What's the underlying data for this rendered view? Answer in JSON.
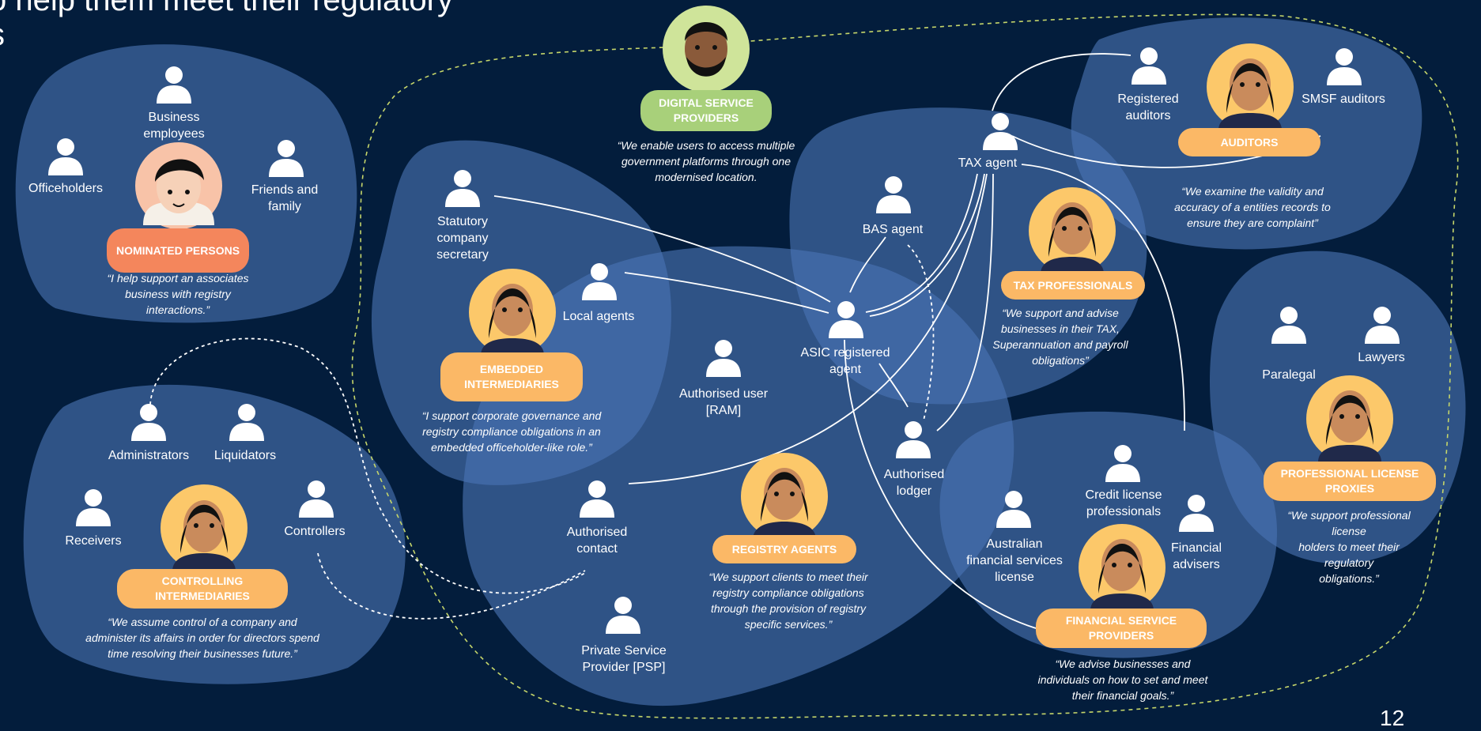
{
  "title": "o help them meet their regulatory\ns",
  "page_number": "12",
  "colors": {
    "background": "#031d3c",
    "cluster_fill": "#4a75b5",
    "pill_orange": "#fbb866",
    "pill_coral": "#f4865c",
    "pill_green": "#a8d07a",
    "dashed_boundary": "#c6d66a",
    "connector": "#ffffff"
  },
  "icons": {
    "person": "person-silhouette-icon",
    "avatar": "cartoon-avatar-icon"
  },
  "personas": {
    "nominated": {
      "pill": "NOMINATED PERSONS",
      "quote": "“I help support an associates\nbusiness with registry\ninteractions.”",
      "roles": [
        "Business\nemployees",
        "Officeholders",
        "Friends and\nfamily"
      ]
    },
    "controlling": {
      "pill": "CONTROLLING\nINTERMEDIARIES",
      "quote": "“We assume control of a company and\nadminister its affairs in order for directors spend\ntime resolving their businesses future.”",
      "roles": [
        "Administrators",
        "Liquidators",
        "Receivers",
        "Controllers"
      ]
    },
    "digital": {
      "pill": "DIGITAL SERVICE\nPROVIDERS",
      "quote": "“We enable users to access multiple\ngovernment platforms through one\nmodernised location."
    },
    "embedded": {
      "pill": "EMBEDDED\nINTERMEDIARIES",
      "quote": "“I support corporate governance and\nregistry compliance obligations in an\nembedded officeholder-like role.”",
      "roles": [
        "Statutory\ncompany\nsecretary",
        "Local agents"
      ]
    },
    "registry": {
      "pill": "REGISTRY AGENTS",
      "quote": "“We support clients to meet their\nregistry compliance obligations\nthrough the provision of registry\nspecific services.”",
      "roles": [
        "Authorised user\n[RAM]",
        "ASIC registered\nagent",
        "Authorised\nlodger",
        "Authorised\ncontact",
        "Private Service\nProvider [PSP]",
        "BAS agent"
      ]
    },
    "tax": {
      "pill": "TAX PROFESSIONALS",
      "quote": "“We support and advise\nbusinesses in their TAX,\nSuperannuation and payroll\nobligations”",
      "roles": [
        "TAX agent"
      ]
    },
    "auditors": {
      "pill": "AUDITORS",
      "quote": "“We examine the validity and\naccuracy of a entities records to\nensure they are complaint”",
      "roles": [
        "Registered\nauditors",
        "SMSF auditors"
      ]
    },
    "license": {
      "pill": "PROFESSIONAL LICENSE\nPROXIES",
      "quote": "“We support professional license\nholders to meet their regulatory\nobligations.”",
      "roles": [
        "Paralegal",
        "Lawyers"
      ]
    },
    "financial": {
      "pill": "FINANCIAL SERVICE\nPROVIDERS",
      "quote": "“We advise businesses and\nindividuals on how to set and meet\ntheir financial goals.”",
      "roles": [
        "Credit license\nprofessionals",
        "Australian\nfinancial services\nlicense",
        "Financial\nadvisers"
      ]
    }
  }
}
